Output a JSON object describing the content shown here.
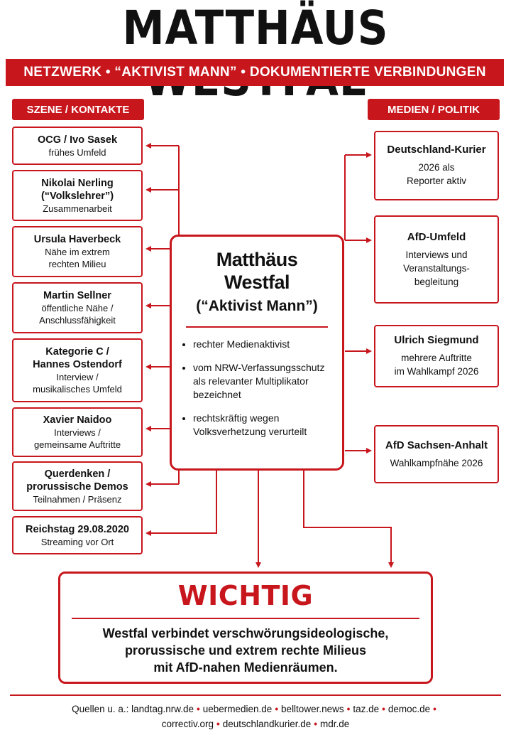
{
  "title": "MATTHÄUS WESTFAL",
  "banner": "NETZWERK • “AKTIVIST MANN” • DOKUMENTIERTE VERBINDUNGEN",
  "left_header": "SZENE / KONTAKTE",
  "right_header": "MEDIEN / POLITIK",
  "left_items": [
    {
      "name": "OCG / Ivo Sasek",
      "desc": "frühes Umfeld"
    },
    {
      "name": "Nikolai Nerling\n(“Volkslehrer”)",
      "desc": "Zusammenarbeit"
    },
    {
      "name": "Ursula Haverbeck",
      "desc": "Nähe im extrem\nrechten Milieu"
    },
    {
      "name": "Martin Sellner",
      "desc": "öffentliche Nähe /\nAnschlussfähigkeit"
    },
    {
      "name": "Kategorie C /\nHannes Ostendorf",
      "desc": "Interview /\nmusikalisches Umfeld"
    },
    {
      "name": "Xavier Naidoo",
      "desc": "Interviews /\ngemeinsame Auftritte"
    },
    {
      "name": "Querdenken /\nprorussische Demos",
      "desc": "Teilnahmen / Präsenz"
    },
    {
      "name": "Reichstag 29.08.2020",
      "desc": "Streaming vor Ort"
    }
  ],
  "right_items": [
    {
      "name": "Deutschland-Kurier",
      "desc": "2026 als\nReporter aktiv"
    },
    {
      "name": "AfD-Umfeld",
      "desc": "Interviews und\nVeranstaltungs-\nbegleitung"
    },
    {
      "name": "Ulrich Siegmund",
      "desc": "mehrere Auftritte\nim Wahlkampf 2026"
    },
    {
      "name": "AfD Sachsen-Anhalt",
      "desc": "Wahlkampfnähe 2026"
    }
  ],
  "center": {
    "name": "Matthäus Westfal",
    "sub": "(“Aktivist Mann”)",
    "bullets": [
      "rechter Medienaktivist",
      "vom NRW-Verfassungsschutz als relevanter Multiplikator bezeichnet",
      "rechtskräftig wegen Volksverhetzung verurteilt"
    ]
  },
  "important": {
    "heading": "WICHTIG",
    "text": "Westfal verbindet verschwörungsideologische,\nprorussische und extrem rechte Milieus\nmit AfD-nahen Medienräumen."
  },
  "sources": {
    "label": "Quellen u. a.:",
    "items": [
      "landtag.nrw.de",
      "uebermedien.de",
      "belltower.news",
      "taz.de",
      "democ.de",
      "correctiv.org",
      "deutschlandkurier.de",
      "mdr.de"
    ]
  },
  "colors": {
    "accent": "#c8161d",
    "text": "#111111",
    "background": "#ffffff"
  }
}
